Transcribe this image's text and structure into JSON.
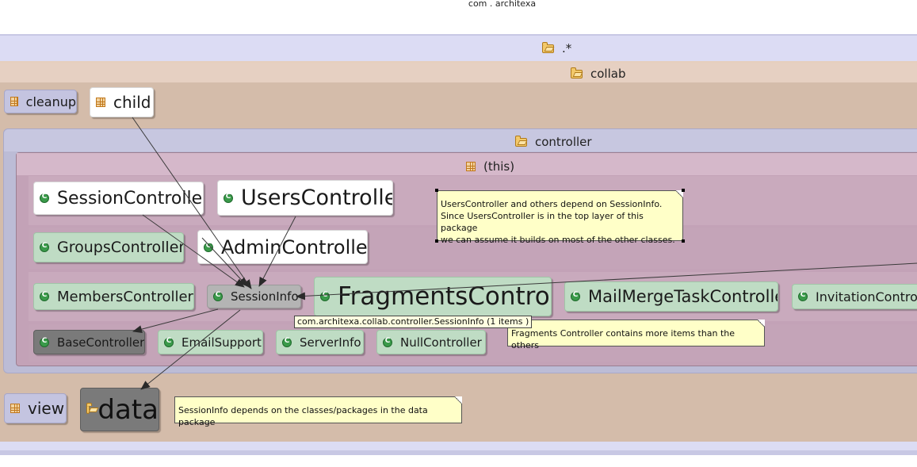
{
  "header": {
    "path_label": "com . architexa"
  },
  "packages": {
    "root": {
      "label": ".*"
    },
    "collab": {
      "label": "collab"
    },
    "controller": {
      "label": "controller"
    },
    "this_layer": {
      "label": "(this)"
    }
  },
  "nodes": {
    "cleanup": "cleanup",
    "child": "child",
    "view": "view",
    "data": "data",
    "session_controller": "SessionController",
    "users_controller": "UsersController",
    "groups_controller": "GroupsController",
    "admin_controller": "AdminController",
    "members_controller": "MembersController",
    "session_info": "SessionInfo",
    "fragments_controller": "FragmentsController",
    "mailmerge_controller": "MailMergeTaskController",
    "invitation_controller": "InvitationControlle",
    "base_controller": "BaseController",
    "email_support": "EmailSupport",
    "server_info": "ServerInfo",
    "null_controller": "NullController"
  },
  "notes": {
    "users_note_lines": [
      "UsersController and others depend on SessionInfo.",
      "Since UsersController is in the top layer of this package",
      "we can assume it builds on most of the other classes."
    ],
    "fragments_note": "Fragments Controller contains more items than the others",
    "data_note": "SessionInfo depends on the classes/packages in the data package"
  },
  "tooltip": "com.architexa.collab.controller.SessionInfo  (1 items )",
  "icons": {
    "package_open": "folder-open-icon",
    "package": "package-icon",
    "class": "class-icon"
  },
  "colors": {
    "root_band": "#dcdcf4",
    "collab_band": "#d4bcaa",
    "controller_band": "#bcbcd6",
    "this_band": "#c8a8bc",
    "node_green": "#bfdcc4",
    "note_yellow": "#ffffc8"
  }
}
